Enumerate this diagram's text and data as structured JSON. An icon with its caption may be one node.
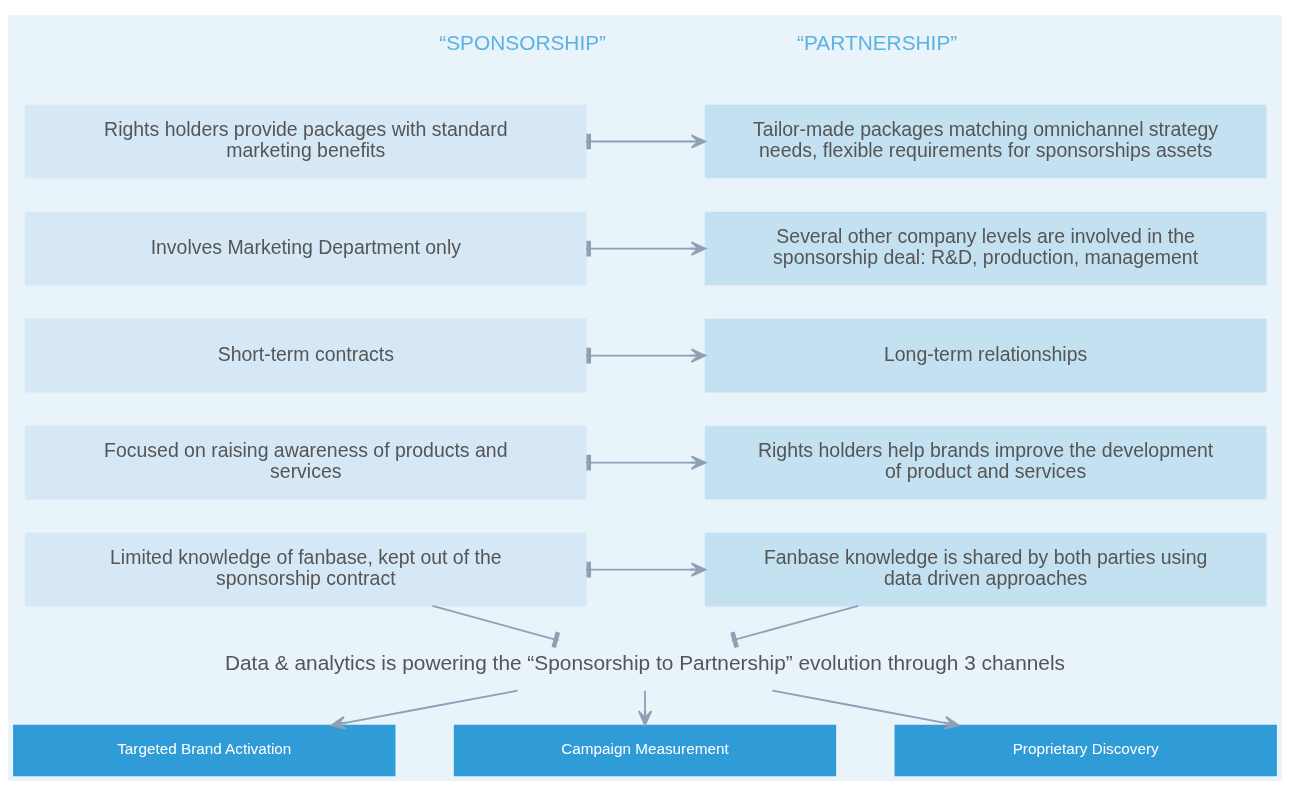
{
  "diagram": {
    "nodes": [
      {
        "text": [
          "Rights holders provide packages with standard marketing benefits"
        ]
      },
      {
        "text": [
          "Tailor-made packages matching omnichannel strategy needs, flexible requirements for sponsorships assets"
        ]
      },
      {
        "text": [
          "Involves Marketing Department only"
        ]
      },
      {
        "text": [
          "Several other company levels are involved in the sponsorship deal: R&D, production, management"
        ]
      },
      {
        "text": [
          "Short-term contracts"
        ]
      },
      {
        "text": [
          "Long-term relationships"
        ]
      },
      {
        "text": [
          "Focused on raising awareness of products and services"
        ]
      },
      {
        "text": [
          "Rights holders help brands improve the development of product and services"
        ]
      },
      {
        "text": [
          "Limited knowledge of fanbase, kept out of the sponsorship contract"
        ]
      },
      {
        "text": [
          "Fanbase knowledge is shared by both parties using data driven approaches"
        ]
      },
      {
        "text": [
          "Data & analytics is powering the “Sponsorship to Partnership” evolution through 3 channels"
        ]
      },
      {
        "text": [
          "Targeted Brand Activation"
        ]
      },
      {
        "text": [
          "Campaign Measurement"
        ]
      },
      {
        "text": [
          "Proprietary Discovery"
        ]
      }
    ],
    "edges": [
      {
        "from": 0,
        "to": 1,
        "arrow": "to"
      },
      {
        "from": 2,
        "to": 3,
        "arrow": "to"
      },
      {
        "from": 4,
        "to": 5,
        "arrow": "to"
      },
      {
        "from": 6,
        "to": 7,
        "arrow": "to"
      },
      {
        "from": 8,
        "to": 9,
        "arrow": "to"
      },
      {
        "from": 8,
        "to": 10,
        "arrow": "other"
      },
      {
        "from": 9,
        "to": 10,
        "arrow": "other"
      },
      {
        "from": 10,
        "to": 11,
        "arrow": "to"
      },
      {
        "from": 10,
        "to": 12,
        "arrow": "to"
      },
      {
        "from": 10,
        "to": 13,
        "arrow": "to"
      }
    ],
    "labels": [
      "“SPONSORSHIP”",
      "“PARTNERSHIP”"
    ]
  }
}
